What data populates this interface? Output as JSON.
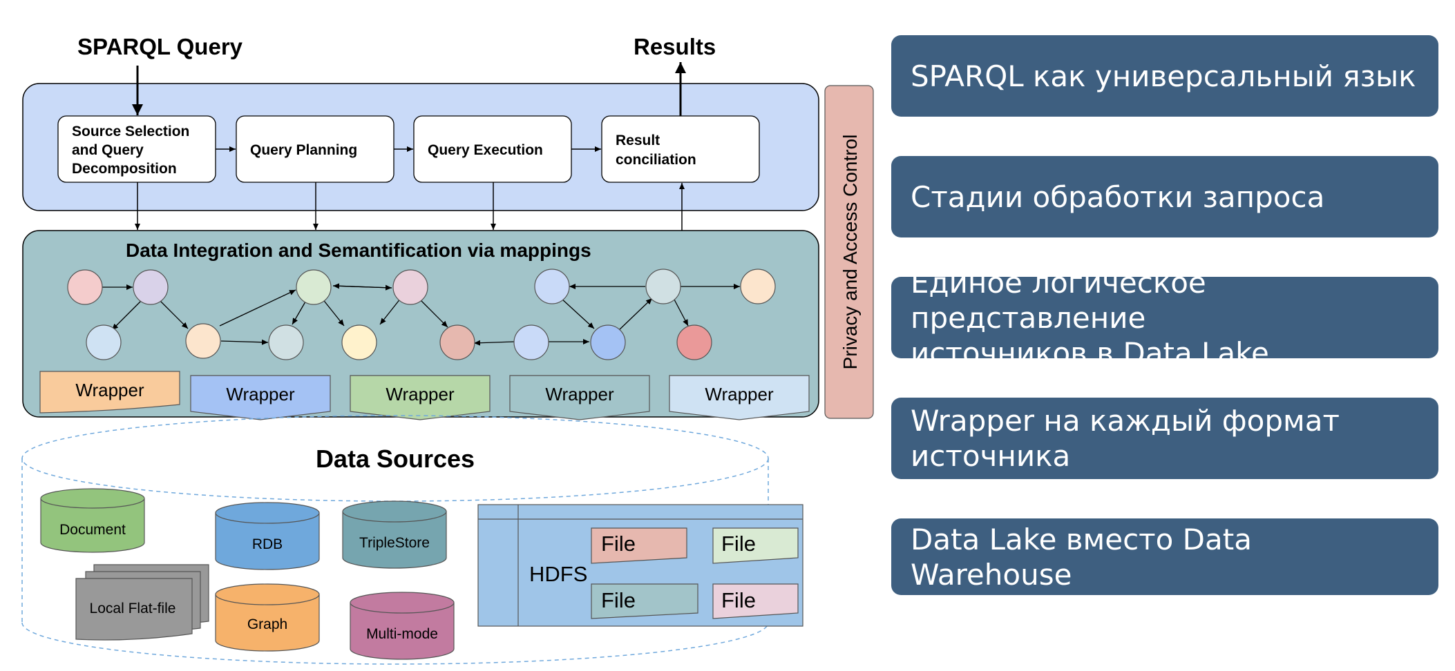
{
  "diagram": {
    "input_label": "SPARQL Query",
    "output_label": "Results",
    "stages": [
      {
        "line1": "Source Selection",
        "line2": "and Query",
        "line3": "Decomposition"
      },
      {
        "line1": "Query Planning"
      },
      {
        "line1": "Query Execution"
      },
      {
        "line1": "Result",
        "line2": "conciliation"
      }
    ],
    "integration_title": "Data Integration and Semantification via mappings",
    "wrapper_label": "Wrapper",
    "privacy_label": "Privacy and Access Control",
    "sources_title": "Data Sources",
    "sources": {
      "document": "Document",
      "rdb": "RDB",
      "triplestore": "TripleStore",
      "flatfile": "Local Flat-file",
      "graph": "Graph",
      "multimode": "Multi-mode",
      "hdfs": "HDFS",
      "file": "File"
    },
    "colors": {
      "top_layer": "#c9daf8",
      "mid_layer": "#a2c4c9",
      "privacy": "#e6b8af",
      "wrappers": [
        "#f9cb9c",
        "#a4c2f4",
        "#b6d7a8",
        "#a2c4c9",
        "#cfe2f3"
      ],
      "cyl_document": "#93c47d",
      "cyl_rdb": "#6fa8dc",
      "cyl_triplestore": "#76a5af",
      "cyl_flatfile": "#999999",
      "cyl_graph": "#f6b26b",
      "cyl_multimode": "#c27ba0",
      "hdfs": "#9fc5e8"
    }
  },
  "cards": [
    {
      "lines": [
        "SPARQL как универсальный язык"
      ]
    },
    {
      "lines": [
        "Стадии обработки запроса"
      ]
    },
    {
      "lines": [
        "Единое логическое представление",
        "источников в Data Lake"
      ]
    },
    {
      "lines": [
        "Wrapper на каждый формат",
        "источника"
      ]
    },
    {
      "lines": [
        "Data Lake вместо Data Warehouse"
      ]
    }
  ]
}
